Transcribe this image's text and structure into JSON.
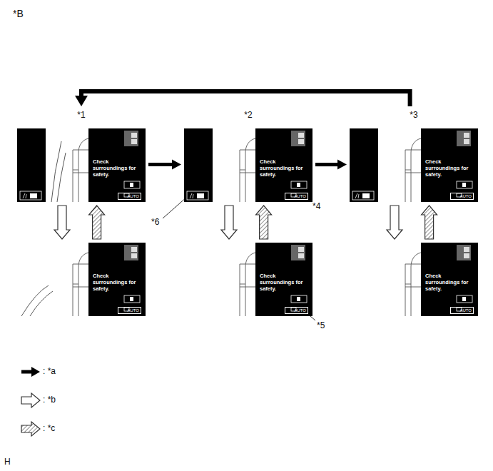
{
  "diagram": {
    "nodes": [
      {
        "text": [
          "*1",
          "Check surroundings for safety.",
          "AUTO"
        ]
      },
      {
        "text": [
          "*2",
          "Check surroundings for safety.",
          "AUTO"
        ]
      },
      {
        "text": [
          "*3",
          "Check surroundings for safety.",
          "AUTO"
        ]
      },
      {
        "text": [
          "Check surroundings for safety.",
          "AUTO"
        ]
      },
      {
        "text": [
          "Check surroundings for safety.",
          "AUTO"
        ]
      },
      {
        "text": [
          "Check surroundings for safety.",
          "AUTO"
        ]
      }
    ],
    "edges": [
      {
        "from": 0,
        "to": 1,
        "arrow": "to"
      },
      {
        "from": 1,
        "to": 2,
        "arrow": "to"
      },
      {
        "from": 2,
        "to": 0,
        "arrow": "to"
      },
      {
        "from": 0,
        "to": 3,
        "arrow": "to"
      },
      {
        "from": 3,
        "to": 0,
        "arrow": "to"
      },
      {
        "from": 1,
        "to": 4,
        "arrow": "to"
      },
      {
        "from": 4,
        "to": 1,
        "arrow": "to"
      },
      {
        "from": 2,
        "to": 5,
        "arrow": "to"
      },
      {
        "from": 5,
        "to": 2,
        "arrow": "to"
      }
    ],
    "labels": [
      "*B",
      "*4",
      "*5",
      "*6",
      "H"
    ],
    "legend": [
      {
        "text": ": *a"
      },
      {
        "text": ": *b"
      },
      {
        "text": ": *c"
      }
    ]
  }
}
